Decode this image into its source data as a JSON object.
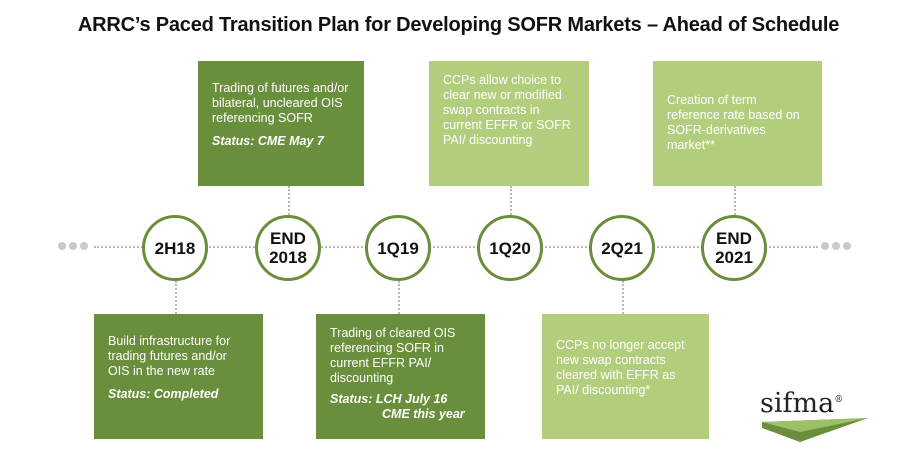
{
  "title": "ARRC’s Paced Transition Plan for Developing SOFR Markets – Ahead of Schedule",
  "milestones": [
    {
      "label_line1": "2H18",
      "label_line2": ""
    },
    {
      "label_line1": "END",
      "label_line2": "2018"
    },
    {
      "label_line1": "1Q19",
      "label_line2": ""
    },
    {
      "label_line1": "1Q20",
      "label_line2": ""
    },
    {
      "label_line1": "2Q21",
      "label_line2": ""
    },
    {
      "label_line1": "END",
      "label_line2": "2021"
    }
  ],
  "boxes": {
    "box_2h18": {
      "text": "Build infrastructure for trading futures and/or OIS in the new rate",
      "status": "Status: Completed"
    },
    "box_end2018": {
      "text": "Trading of futures and/or bilateral, uncleared OIS referencing SOFR",
      "status": "Status: CME May 7"
    },
    "box_1q19": {
      "text": "Trading of cleared OIS referencing SOFR in current EFFR PAI/ discounting",
      "status_line1": "Status: LCH July 16",
      "status_line2": "CME this year"
    },
    "box_1q20": {
      "text": "CCPs allow choice to clear new or modified swap contracts in current EFFR or SOFR PAI/ discounting"
    },
    "box_2q21": {
      "text": "CCPs no longer accept new swap contracts cleared with EFFR as PAI/ discounting*"
    },
    "box_end2021": {
      "text": "Creation of term reference rate based on SOFR-derivatives market**"
    }
  },
  "logo": {
    "text": "sifma",
    "mark": "®"
  },
  "colors": {
    "dark_green": "#6a8f3c",
    "light_green": "#b2ce7c",
    "line_gray": "#b8b8b8"
  }
}
